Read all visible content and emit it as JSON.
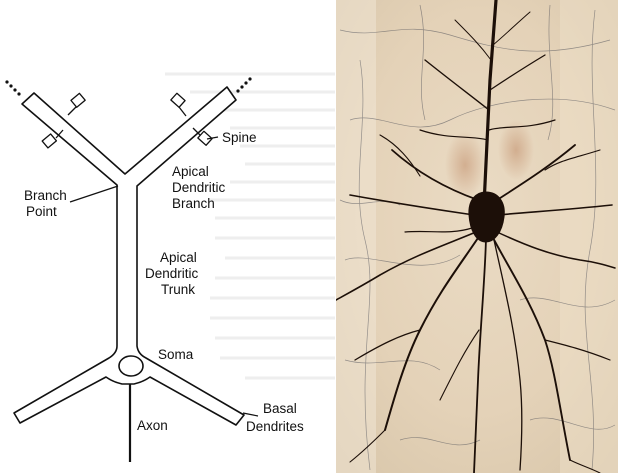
{
  "diagram": {
    "labels": {
      "spine": "Spine",
      "apical_branch_1": "Apical",
      "apical_branch_2": "Dendritic",
      "apical_branch_3": "Branch",
      "branch_point_1": "Branch",
      "branch_point_2": "Point",
      "apical_trunk_1": "Apical",
      "apical_trunk_2": "Dendritic",
      "apical_trunk_3": "Trunk",
      "soma": "Soma",
      "axon": "Axon",
      "basal_1": "Basal",
      "basal_2": "Dendrites"
    }
  },
  "micrograph": {
    "background": "#e9d9c0",
    "stain_color": "#1c0f08"
  }
}
